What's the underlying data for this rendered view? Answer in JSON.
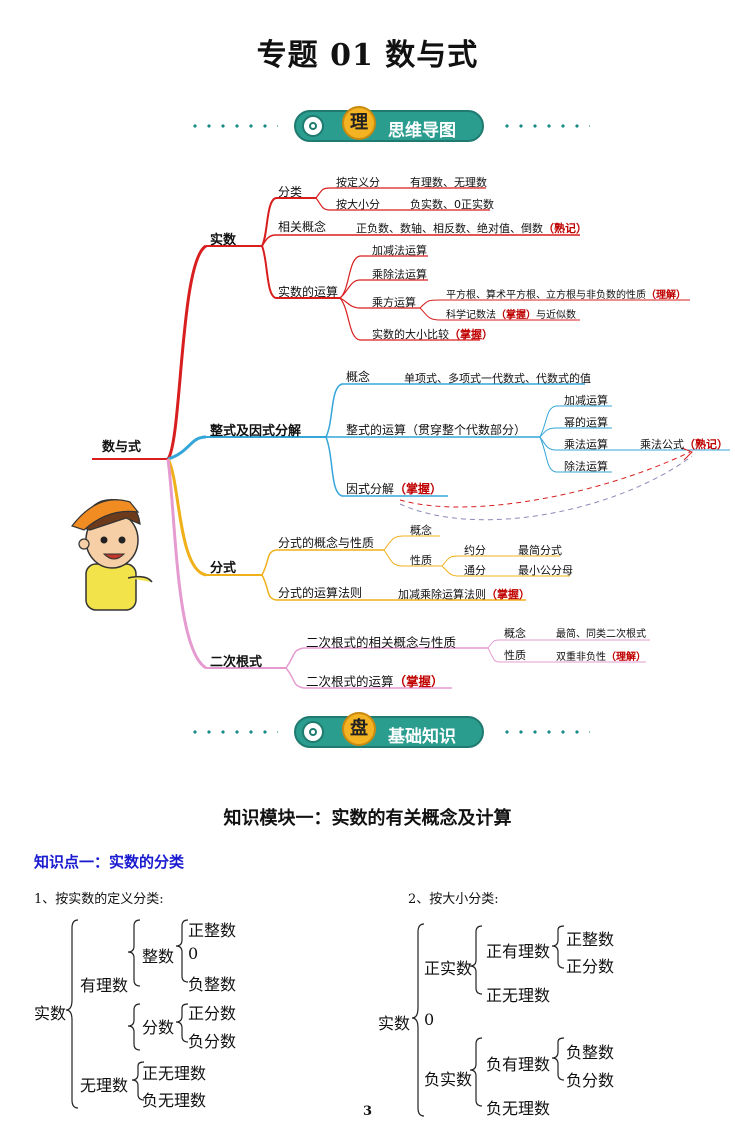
{
  "title": "专题 01    数与式",
  "banner1": {
    "badge": "理",
    "text": "思维导图"
  },
  "banner2": {
    "badge": "盘",
    "text": "基础知识"
  },
  "mindmap": {
    "root": "数与式",
    "b1": {
      "label": "实数",
      "fenlei": "分类",
      "by_def": "按定义分",
      "by_def_r": "有理数、无理数",
      "by_size": "按大小分",
      "by_size_r": "负实数、0正实数",
      "concept": "相关概念",
      "concept_r": "正负数、数轴、相反数、绝对值、倒数",
      "concept_tag": "（熟记）",
      "ops": "实数的运算",
      "op1": "加减法运算",
      "op2": "乘除法运算",
      "op3": "乘方运算",
      "op3a": "平方根、算术平方根、立方根与非负数的性质",
      "op3a_tag": "（理解）",
      "op3b": "科学记数法",
      "op3b_tag": "（掌握）",
      "op3b_tail": "与近似数",
      "op4": "实数的大小比较",
      "op4_tag": "（掌握）"
    },
    "b2": {
      "label": "整式及因式分解",
      "concept": "概念",
      "concept_r": "单项式、多项式一代数式、代数式的值",
      "ops": "整式的运算（贯穿整个代数部分）",
      "o1": "加减运算",
      "o2": "幂的运算",
      "o3": "乘法运算",
      "o3r": "乘法公式",
      "o3r_tag": "（熟记）",
      "o4": "除法运算",
      "factor": "因式分解",
      "factor_tag": "（掌握）"
    },
    "b3": {
      "label": "分式",
      "props": "分式的概念与性质",
      "p1": "概念",
      "p2": "性质",
      "p2a": "约分",
      "p2a_r": "最简分式",
      "p2b": "通分",
      "p2b_r": "最小公分母",
      "rules": "分式的运算法则",
      "rules_r": "加减乘除运算法则",
      "rules_tag": "（掌握）"
    },
    "b4": {
      "label": "二次根式",
      "props": "二次根式的相关概念与性质",
      "p1": "概念",
      "p1r": "最简、同类二次根式",
      "p2": "性质",
      "p2r": "双重非负性",
      "p2r_tag": "（理解）",
      "ops": "二次根式的运算",
      "ops_tag": "（掌握）"
    }
  },
  "section_heading": "知识模块一：实数的有关概念及计算",
  "kp1": "知识点一：实数的分类",
  "class1": {
    "caption": "1、按实数的定义分类:",
    "root": "实数",
    "rational": "有理数",
    "integer": "整数",
    "pos_int": "正整数",
    "zero": "0",
    "neg_int": "负整数",
    "fraction": "分数",
    "pos_frac": "正分数",
    "neg_frac": "负分数",
    "irrational": "无理数",
    "pos_irr": "正无理数",
    "neg_irr": "负无理数"
  },
  "class2": {
    "caption": "2、按大小分类:",
    "root": "实数",
    "pos_real": "正实数",
    "pos_rat": "正有理数",
    "pos_int": "正整数",
    "pos_frac": "正分数",
    "pos_irr": "正无理数",
    "zero": "0",
    "neg_real": "负实数",
    "neg_rat": "负有理数",
    "neg_int": "负整数",
    "neg_frac": "负分数",
    "neg_irr": "负无理数"
  },
  "page_number": "3",
  "colors": {
    "b1": "#d81e1e",
    "b2": "#35a6d8",
    "b3": "#f0b01a",
    "b4": "#e59bd0",
    "teal": "#2a9d8f"
  }
}
